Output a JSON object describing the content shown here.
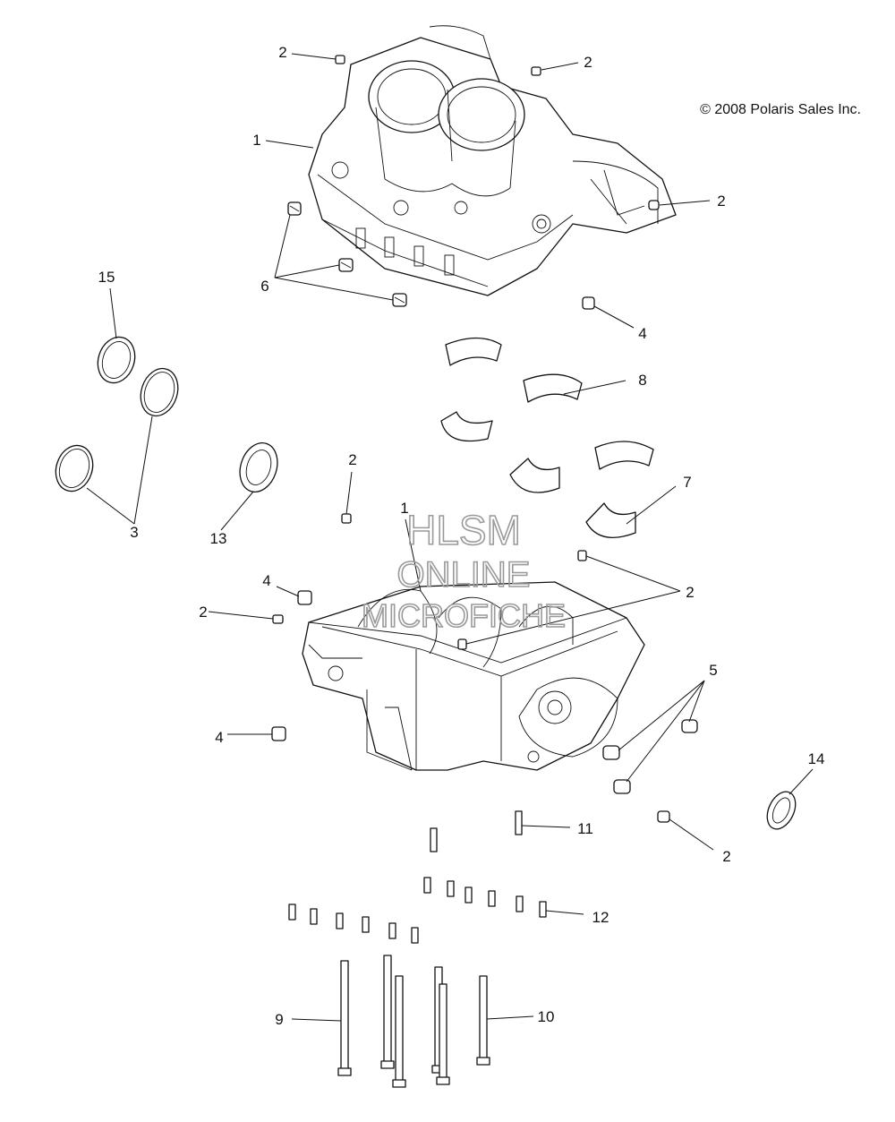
{
  "copyright": "© 2008 Polaris Sales Inc.",
  "watermark": {
    "line1": "HLSM",
    "line2": "ONLINE",
    "line3": "MICROFICHE"
  },
  "callouts": {
    "c2a": "2",
    "c2b": "2",
    "c1a": "1",
    "c2c": "2",
    "c6": "6",
    "c4a": "4",
    "c15": "15",
    "c8": "8",
    "c3": "3",
    "c13": "13",
    "c2d": "2",
    "c7": "7",
    "c1b": "1",
    "c4b": "4",
    "c2e": "2",
    "c2f": "2",
    "c5": "5",
    "c4c": "4",
    "c14": "14",
    "c11": "11",
    "c2g": "2",
    "c12": "12",
    "c9": "9",
    "c10": "10"
  }
}
